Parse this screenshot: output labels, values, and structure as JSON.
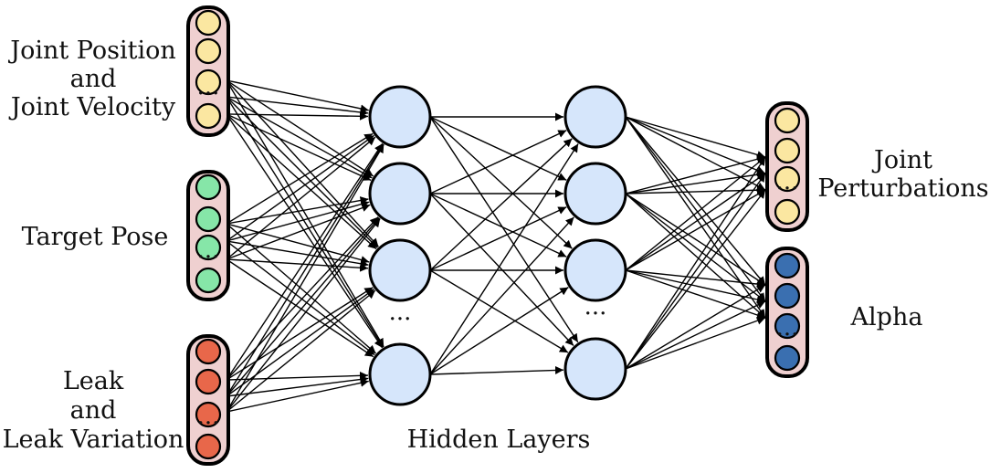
{
  "labels": {
    "input_joint_line1": "Joint Position",
    "input_joint_line2": "and",
    "input_joint_line3": "Joint Velocity",
    "input_target": "Target Pose",
    "input_leak_line1": "Leak",
    "input_leak_line2": "and",
    "input_leak_line3": "Leak Variation",
    "hidden": "Hidden Layers",
    "output_joint_line1": "Joint",
    "output_joint_line2": "Perturbations",
    "output_alpha": "Alpha",
    "ellipsis": "···"
  },
  "colors": {
    "input_joint": "#fbe7a1",
    "input_target": "#86e6a8",
    "input_leak": "#e8674a",
    "output_joint": "#fbe7a1",
    "output_alpha": "#3a6fb0",
    "hidden": "#d6e6fb",
    "box": "#efd0d0"
  }
}
